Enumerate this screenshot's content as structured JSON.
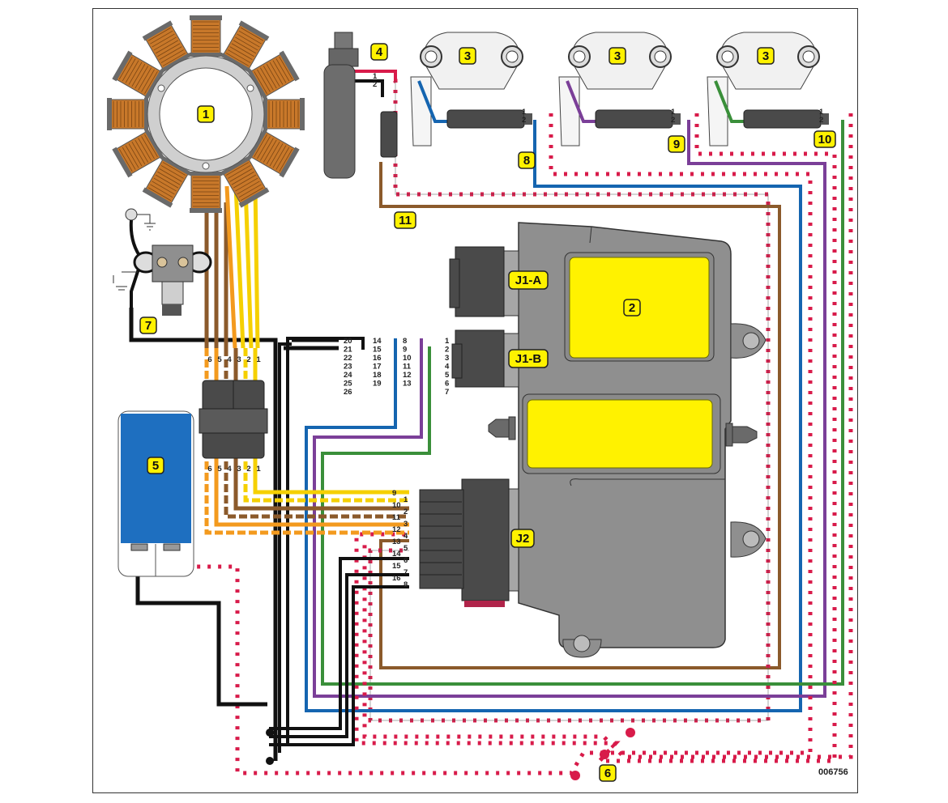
{
  "diagram": {
    "type": "wiring-diagram",
    "figure_code": "006756",
    "colors": {
      "callout_fill": "#fff200",
      "module_gray": "#8f8f8f",
      "connector_dark": "#4a4a4a",
      "wire_black": "#111111",
      "wire_brown": "#8b5a2b",
      "wire_orange": "#f39a1e",
      "wire_yellow": "#f5d000",
      "wire_blue": "#1565b0",
      "wire_purple": "#7b3f98",
      "wire_green": "#3a8f3a",
      "wire_red_white": "#d81b4a",
      "coil_copper": "#c8782a",
      "capacitor_blue": "#1e6fc0"
    },
    "callouts": [
      {
        "id": "1",
        "component": "stator"
      },
      {
        "id": "2",
        "component": "EMM module"
      },
      {
        "id": "3a",
        "label": "3",
        "component": "injector 1"
      },
      {
        "id": "3b",
        "label": "3",
        "component": "injector 2"
      },
      {
        "id": "3c",
        "label": "3",
        "component": "injector 3"
      },
      {
        "id": "4",
        "component": "fuel pump"
      },
      {
        "id": "5",
        "component": "capacitor"
      },
      {
        "id": "6",
        "component": "splice"
      },
      {
        "id": "7",
        "component": "rectifier/regulator"
      },
      {
        "id": "8",
        "component": "injector harness"
      },
      {
        "id": "9",
        "component": "injector harness"
      },
      {
        "id": "10",
        "component": "injector harness"
      },
      {
        "id": "11",
        "component": "fuel pump harness"
      }
    ],
    "connector_labels": {
      "j1a": "J1-A",
      "j1b": "J1-B",
      "j2": "J2"
    },
    "stator_connector": {
      "top_pins": [
        "6",
        "5",
        "4",
        "3",
        "2",
        "1"
      ],
      "bottom_pins": [
        "6",
        "5",
        "4",
        "3",
        "2",
        "1"
      ]
    },
    "pump_pins": [
      "1",
      "2"
    ],
    "injector_pins": [
      "1",
      "2"
    ],
    "j1_pin_columns": [
      [
        "20",
        "21",
        "22",
        "23",
        "24",
        "25",
        "26"
      ],
      [
        "14",
        "15",
        "16",
        "17",
        "18",
        "19"
      ],
      [
        "8",
        "9",
        "10",
        "11",
        "12",
        "13"
      ],
      [
        "1",
        "2",
        "3",
        "4",
        "5",
        "6",
        "7"
      ]
    ],
    "j2_pins_outer": [
      "9",
      "10",
      "11",
      "12",
      "13",
      "14",
      "15",
      "16"
    ],
    "j2_pins_inner": [
      "1",
      "2",
      "3",
      "4",
      "5",
      "6",
      "7",
      "8"
    ]
  }
}
